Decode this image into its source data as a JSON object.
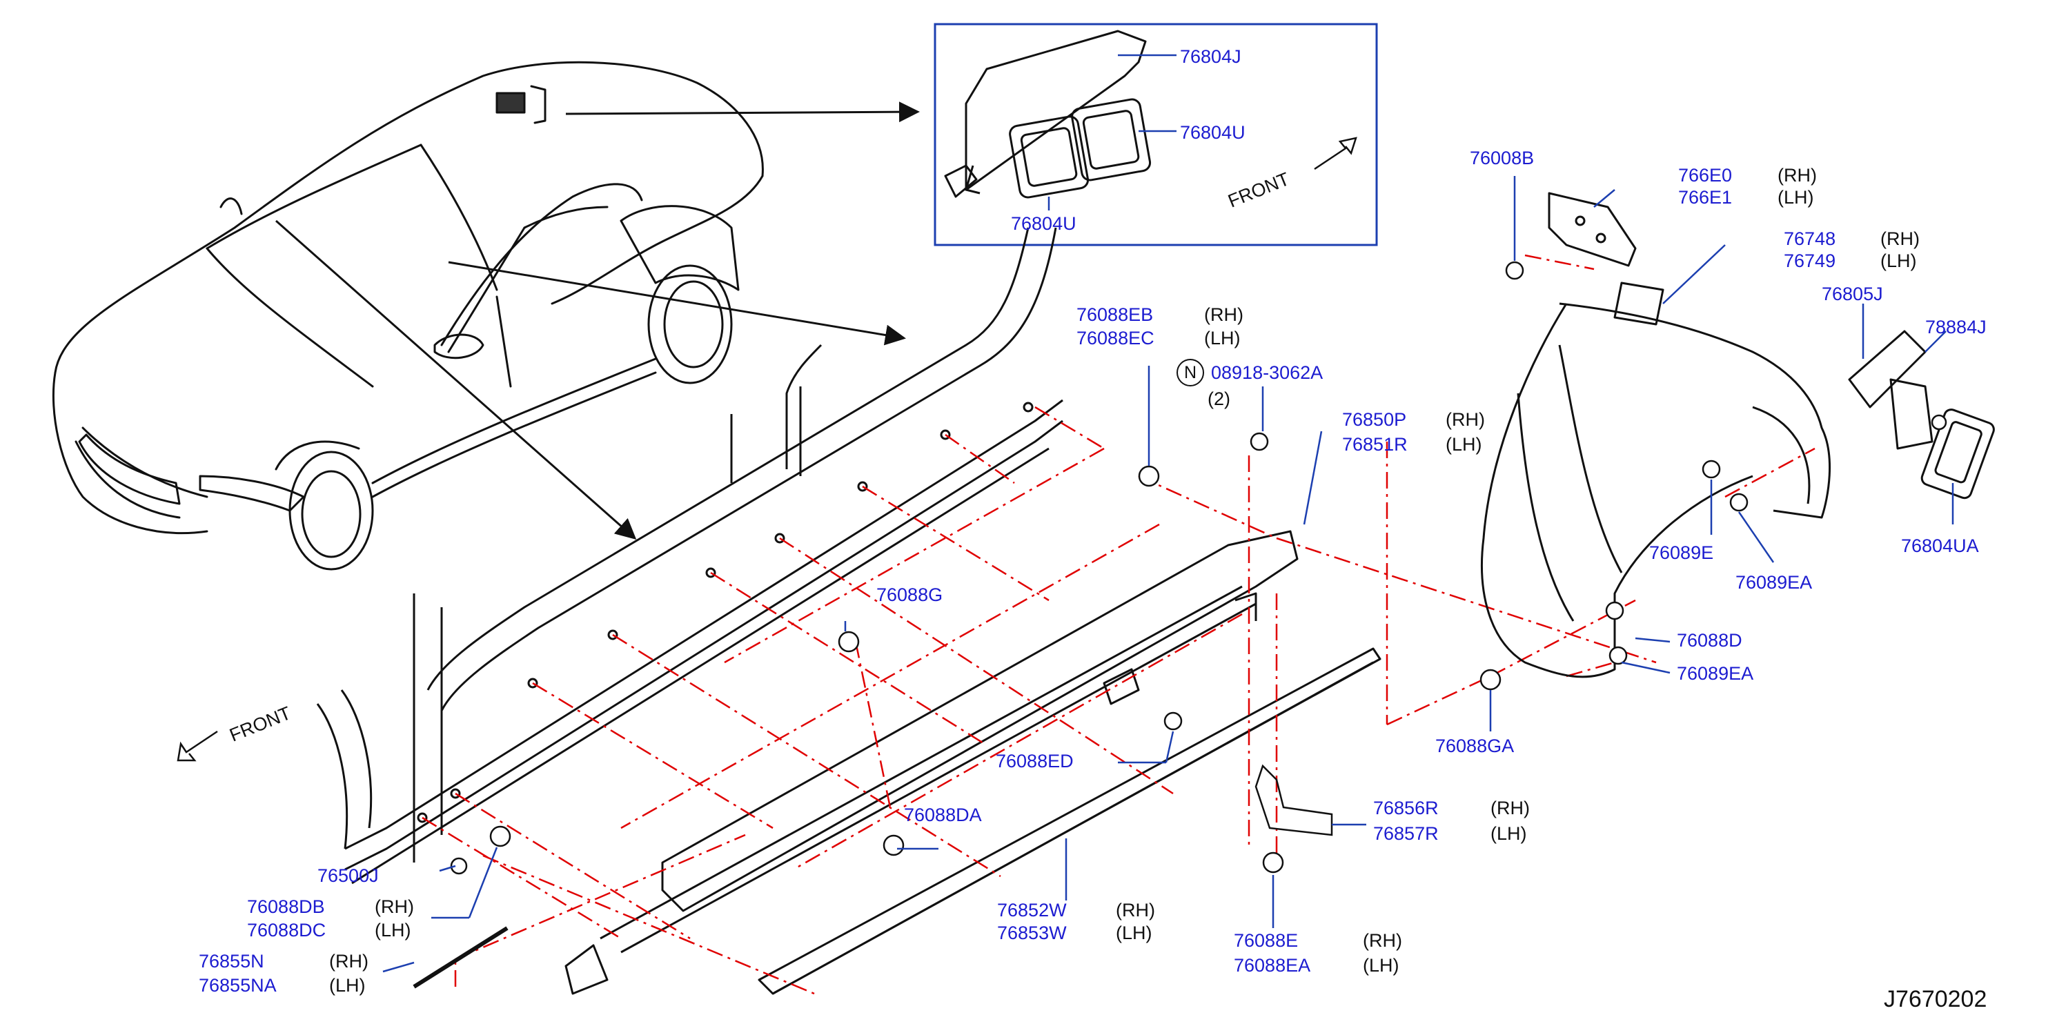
{
  "colors": {
    "part_number": "#1c1cd0",
    "side_label": "#111111",
    "guide_line": "#e00000",
    "drawing": "#111111",
    "inset_frame": "#1c3fb0"
  },
  "inset": {
    "front_label": "FRONT",
    "parts": {
      "p76804J": "76804J",
      "p76804U_a": "76804U",
      "p76804U_b": "76804U"
    }
  },
  "front_label_left": "FRONT",
  "parts": {
    "p76008B": "76008B",
    "p766E0": "766E0",
    "p766E1": "766E1",
    "p76748": "76748",
    "p76749": "76749",
    "p76805J": "76805J",
    "p78884J": "78884J",
    "p76804UA": "76804UA",
    "p76089E": "76089E",
    "p76089EA_a": "76089EA",
    "p76088D": "76088D",
    "p76089EA_b": "76089EA",
    "p76088GA": "76088GA",
    "p76088EB": "76088EB",
    "p76088EC": "76088EC",
    "p08918": "08918-3062A",
    "qty": "(2)",
    "nut_marker": "N",
    "p76850P": "76850P",
    "p76851R": "76851R",
    "p76088G": "76088G",
    "p76088ED": "76088ED",
    "p76088DA": "76088DA",
    "p76856R": "76856R",
    "p76857R": "76857R",
    "p76500J": "76500J",
    "p76088DB": "76088DB",
    "p76088DC": "76088DC",
    "p76855N": "76855N",
    "p76855NA": "76855NA",
    "p76852W": "76852W",
    "p76853W": "76853W",
    "p76088E": "76088E",
    "p76088EA": "76088EA"
  },
  "sides": {
    "rh": "(RH)",
    "lh": "(LH)"
  },
  "diagram_ref": "J7670202"
}
